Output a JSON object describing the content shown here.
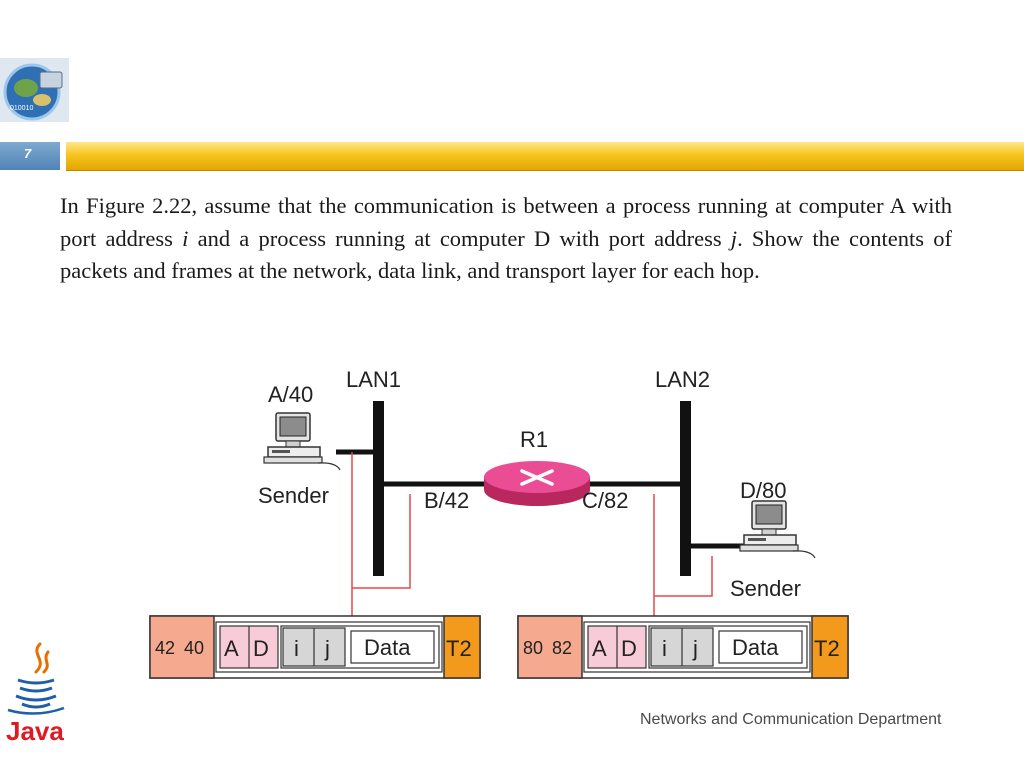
{
  "slide": {
    "number": "7",
    "footer": "Networks and Communication Department",
    "java_logo_text": "Java",
    "top_logo_text": "010010"
  },
  "question": {
    "part1": "In Figure 2.22, assume that the communication is between a process running at computer A with port address ",
    "var_i": "i",
    "part2": " and a process running at computer D with port address ",
    "var_j": "j",
    "part3": ". Show the contents of packets and frames at the network, data link, and transport layer for each hop."
  },
  "diagram": {
    "lan1": "LAN1",
    "lan2": "LAN2",
    "router": "R1",
    "host_a": "A/40",
    "host_a_role": "Sender",
    "host_d": "D/80",
    "host_d_role": "Sender",
    "port_b": "B/42",
    "port_c": "C/82",
    "frame1": {
      "mac_dst": "42",
      "mac_src": "40",
      "ip_src": "A",
      "ip_dst": "D",
      "port_src": "i",
      "port_dst": "j",
      "data": "Data",
      "trailer": "T2"
    },
    "frame2": {
      "mac_dst": "80",
      "mac_src": "82",
      "ip_src": "A",
      "ip_dst": "D",
      "port_src": "i",
      "port_dst": "j",
      "data": "Data",
      "trailer": "T2"
    },
    "colors": {
      "mac_header": "#f5a98f",
      "ip_header": "#f7cbd8",
      "transport_header": "#d6d6d6",
      "trailer": "#f39a1c",
      "router": "#e8428c",
      "line": "#e24a4a"
    }
  }
}
